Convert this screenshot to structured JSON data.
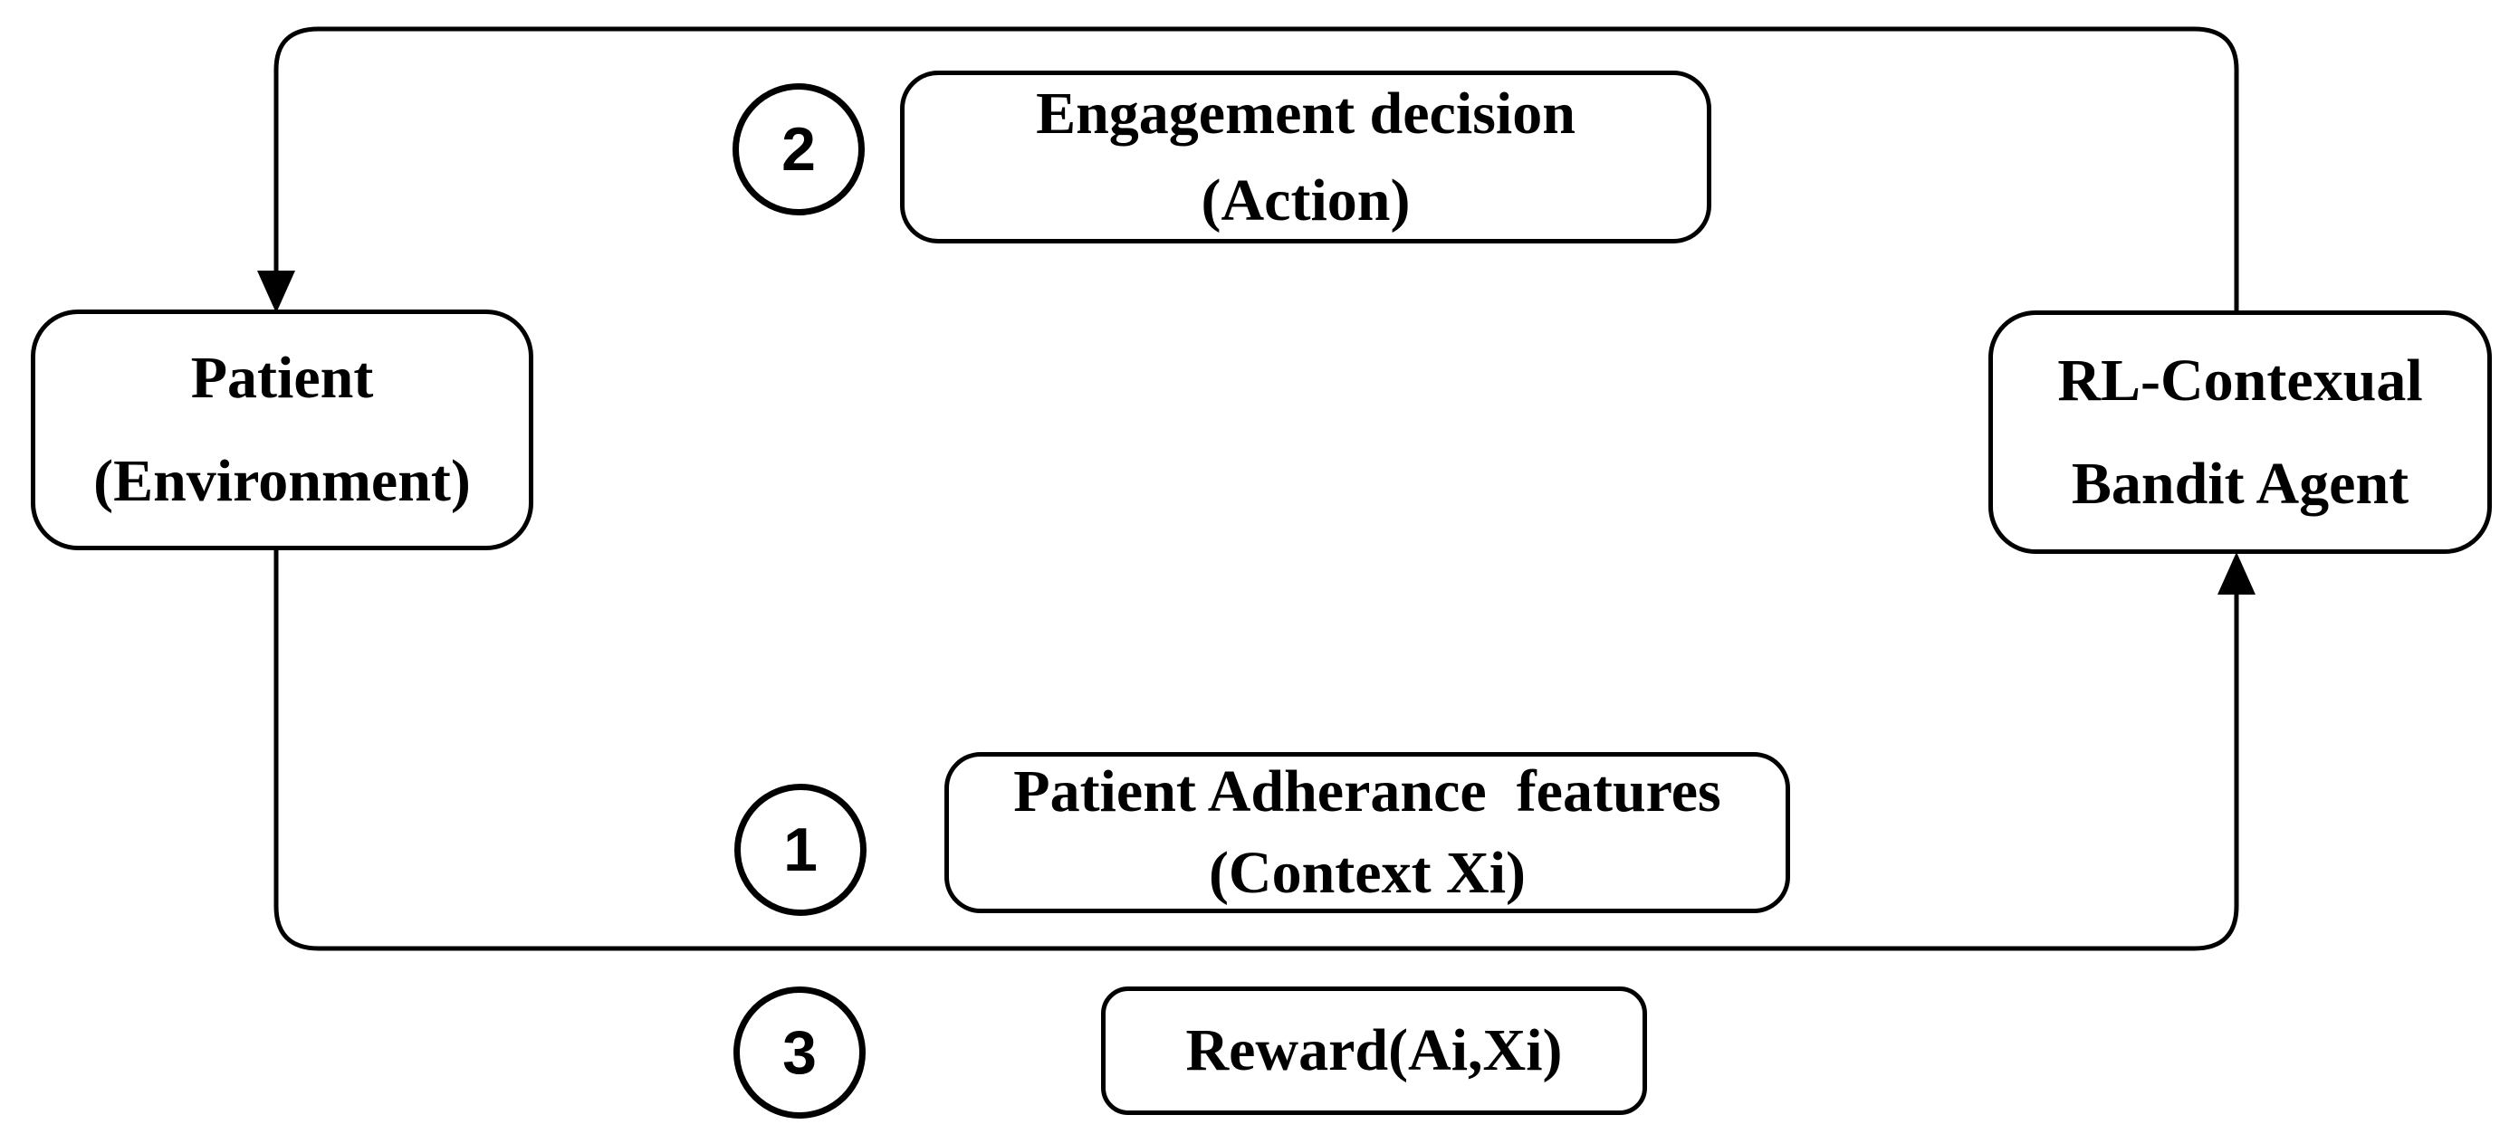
{
  "diagram": {
    "title": "",
    "colors": {
      "line": "#000000",
      "background": "#ffffff"
    },
    "nodes": {
      "patient": {
        "line1": "Patient",
        "line2": "(Environment)"
      },
      "agent": {
        "line1": "RL-Contexual",
        "line2": "Bandit Agent"
      },
      "action": {
        "line1": "Engagement decision",
        "line2": "(Action)"
      },
      "context": {
        "line1": "Patient Adherance  features",
        "line2": "(Context Xi)"
      },
      "reward": {
        "label": "Reward(Ai,Xi)"
      }
    },
    "badges": {
      "context_step": "1",
      "action_step": "2",
      "reward_step": "3"
    },
    "connectors": [
      {
        "name": "action-flow",
        "from": "agent",
        "to": "patient",
        "arrow": "down-into-patient-top"
      },
      {
        "name": "context-flow",
        "from": "patient",
        "to": "agent",
        "arrow": "up-into-agent-bottom"
      }
    ]
  }
}
